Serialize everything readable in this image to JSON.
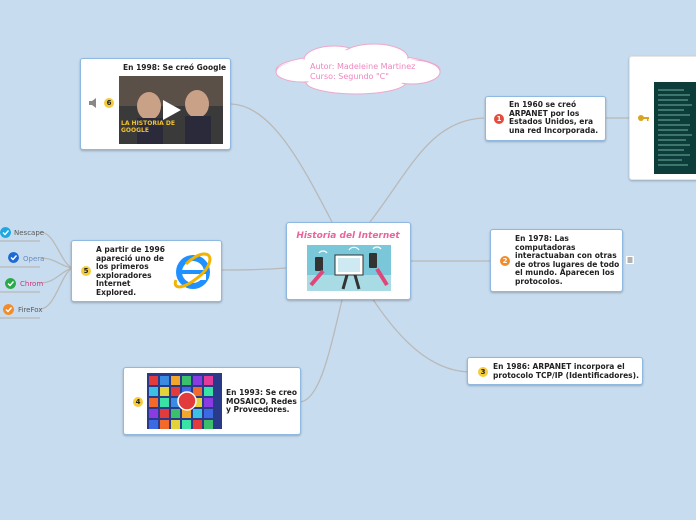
{
  "central": {
    "title": "Historia del Internet"
  },
  "note": {
    "author": "Autor: Madeleine Martinez",
    "course": "Curso: Segundo \"C\""
  },
  "nodes": {
    "n1": {
      "badge": "1",
      "text": [
        "En 1960 se creó",
        "ARPANET por los",
        "Estados Unidos, era",
        "una red Incorporada."
      ]
    },
    "n2": {
      "badge": "2",
      "text": [
        "En 1978: Las",
        "computadoras",
        "interactuaban con otras",
        "de otros lugares de todo",
        "el mundo. Aparecen los",
        "protocolos."
      ]
    },
    "n3": {
      "badge": "3",
      "text": [
        "En 1986: ARPANET incorpora el",
        "protocolo TCP/IP (Identificadores)."
      ]
    },
    "n4": {
      "badge": "4",
      "text": [
        "En 1993: Se creo",
        "MOSAICO, Redes",
        "y Proveedores."
      ]
    },
    "n5": {
      "badge": "5",
      "text": [
        "A partir de 1996",
        "apareció uno de",
        "los primeros",
        "exploradores",
        "Internet",
        "Explored."
      ]
    },
    "n6": {
      "badge": "6",
      "text": [
        "En 1998: Se creó Google"
      ],
      "image_caption": "LA HISTORIA DE GOOGLE"
    }
  },
  "browsers": [
    "Nescape",
    "Opera",
    "Chrom",
    "FireFox"
  ],
  "colors": {
    "background": "#c7dcef",
    "border": "#8fb9e0",
    "line": "#b7b7b7",
    "title": "#e8659c",
    "note": "#ef86bf"
  }
}
